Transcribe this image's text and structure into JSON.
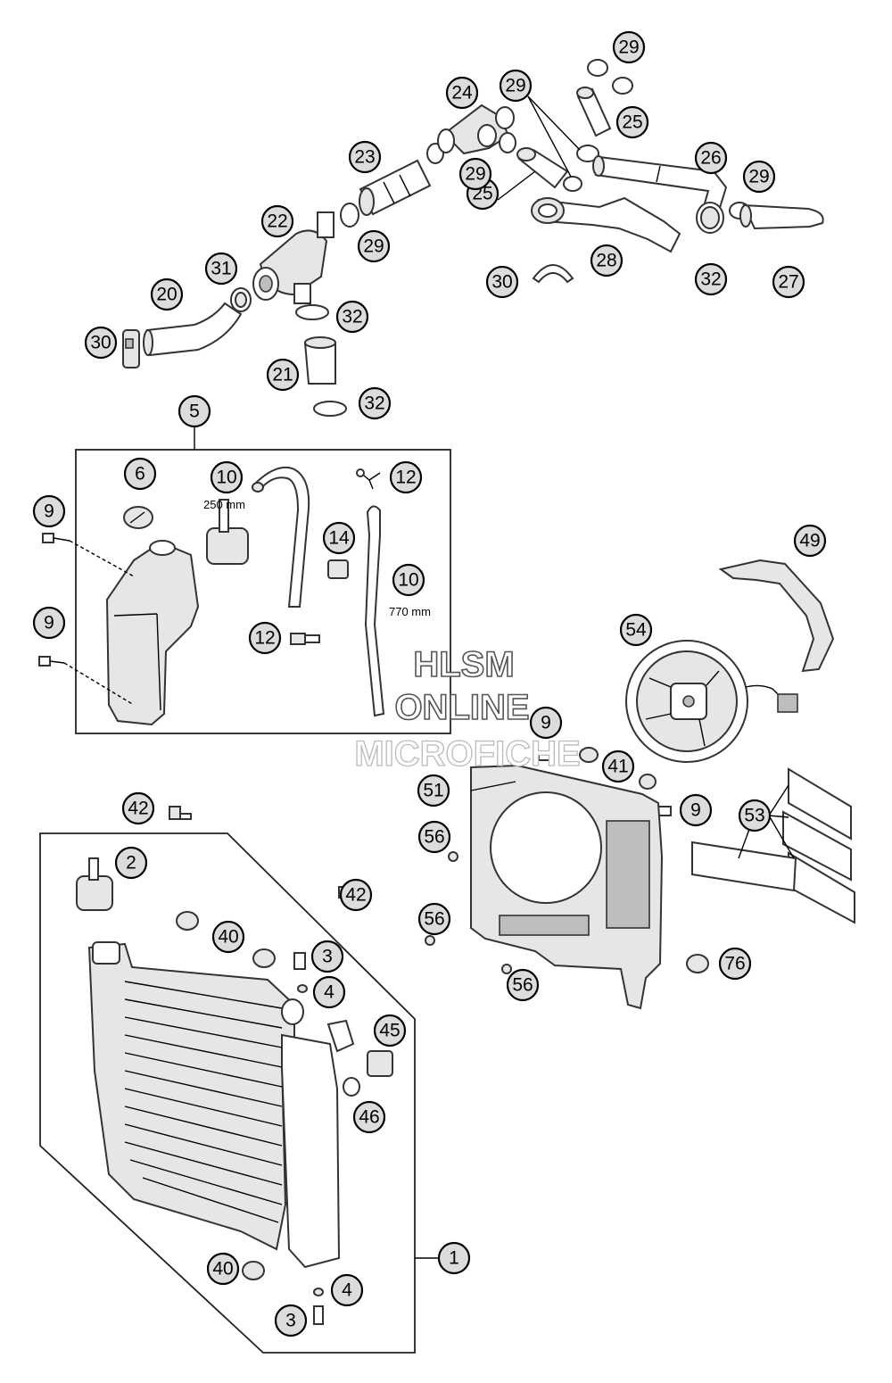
{
  "watermark": {
    "line1": "HLSM",
    "line2": "ONLINE",
    "line3": "MICROFICHE"
  },
  "notes": {
    "hose_short_length": "250 mm",
    "hose_long_length": "770 mm"
  },
  "callouts": {
    "c1": "1",
    "c2": "2",
    "c3a": "3",
    "c3b": "3",
    "c4a": "4",
    "c4b": "4",
    "c5": "5",
    "c6": "6",
    "c9a": "9",
    "c9b": "9",
    "c9c": "9",
    "c9d": "9",
    "c10a": "10",
    "c10b": "10",
    "c12a": "12",
    "c12b": "12",
    "c14": "14",
    "c20": "20",
    "c21": "21",
    "c22": "22",
    "c23": "23",
    "c24": "24",
    "c25a": "25",
    "c25b": "25",
    "c26": "26",
    "c27": "27",
    "c28": "28",
    "c29a": "29",
    "c29b": "29",
    "c29c": "29",
    "c29d": "29",
    "c29e": "29",
    "c30a": "30",
    "c30b": "30",
    "c31": "31",
    "c32a": "32",
    "c32b": "32",
    "c32c": "32",
    "c40a": "40",
    "c40b": "40",
    "c41": "41",
    "c42a": "42",
    "c42b": "42",
    "c45": "45",
    "c46": "46",
    "c49": "49",
    "c51": "51",
    "c53": "53",
    "c54": "54",
    "c56a": "56",
    "c56b": "56",
    "c56c": "56",
    "c76": "76"
  }
}
